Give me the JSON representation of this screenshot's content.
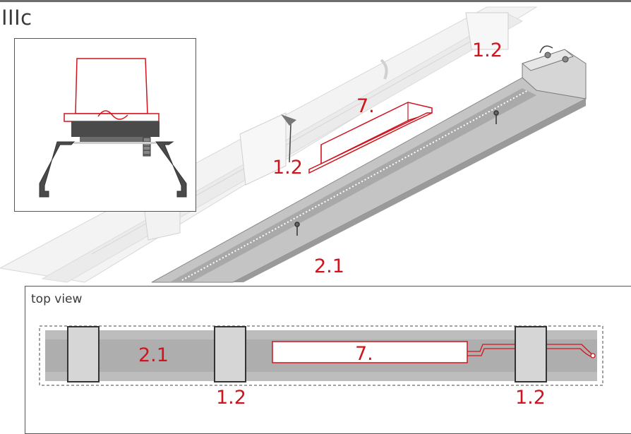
{
  "step_label": "IIIc",
  "labels": {
    "bracket_top": "1.2",
    "bracket_mid": "1.2",
    "driver": "7.",
    "profile": "2.1"
  },
  "top_view": {
    "title": "top view",
    "profile": "2.1",
    "driver": "7.",
    "bracket_left": "1.2",
    "bracket_right": "1.2"
  },
  "colors": {
    "accent_red": "#d0141e",
    "profile_grey": "#b9b9b9",
    "dark_grey": "#4a4a4a"
  }
}
